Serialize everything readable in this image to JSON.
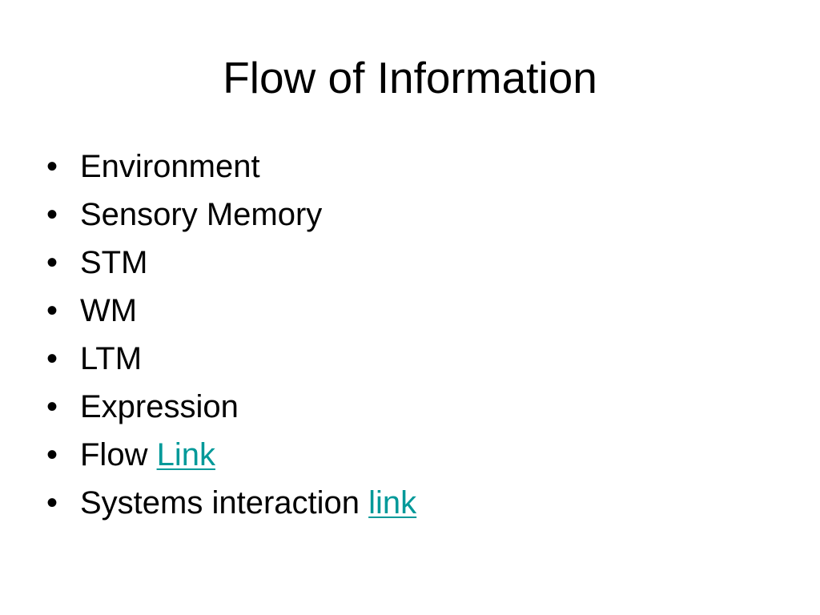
{
  "slide": {
    "title": "Flow of Information",
    "bullet_glyph": "•",
    "items": [
      {
        "text": "Environment"
      },
      {
        "text": "Sensory Memory"
      },
      {
        "text": "STM"
      },
      {
        "text": "WM"
      },
      {
        "text": "LTM"
      },
      {
        "text": "Expression"
      },
      {
        "text": "Flow ",
        "link": "Link"
      },
      {
        "text": "Systems interaction ",
        "link": "link"
      }
    ]
  },
  "colors": {
    "background": "#ffffff",
    "text": "#000000",
    "link": "#009999"
  }
}
